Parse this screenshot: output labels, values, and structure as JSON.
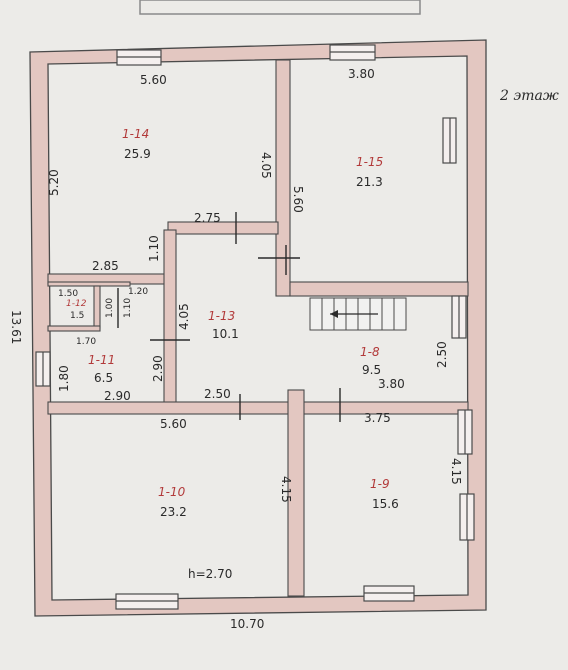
{
  "floor_note": "2 этаж",
  "ceiling_height": "h=2.70",
  "outer": {
    "width": "10.70",
    "height": "13.61"
  },
  "rooms": [
    {
      "id": "1-14",
      "area": "25.9",
      "top": "5.60",
      "left": "5.20",
      "right": "4.05",
      "bottom": "2.85"
    },
    {
      "id": "1-15",
      "area": "21.3",
      "top": "3.80",
      "left": "5.60"
    },
    {
      "id": "1-13",
      "area": "10.1",
      "top": "2.75",
      "left": "1.10",
      "side": "4.05",
      "bottom": "2.50"
    },
    {
      "id": "1-12",
      "area": "1.5",
      "top": "1.50",
      "right": "1.00",
      "bottom": "1.70",
      "outer": "1.20",
      "left": "1.10"
    },
    {
      "id": "1-11",
      "area": "6.5",
      "left": "1.80",
      "right": "2.90",
      "bottom": "2.90"
    },
    {
      "id": "1-8",
      "area": "9.5",
      "right": "2.50",
      "bottom": "3.80"
    },
    {
      "id": "1-10",
      "area": "23.2",
      "top": "5.60",
      "right": "4.15"
    },
    {
      "id": "1-9",
      "area": "15.6",
      "top": "3.75",
      "right": "4.15"
    }
  ]
}
